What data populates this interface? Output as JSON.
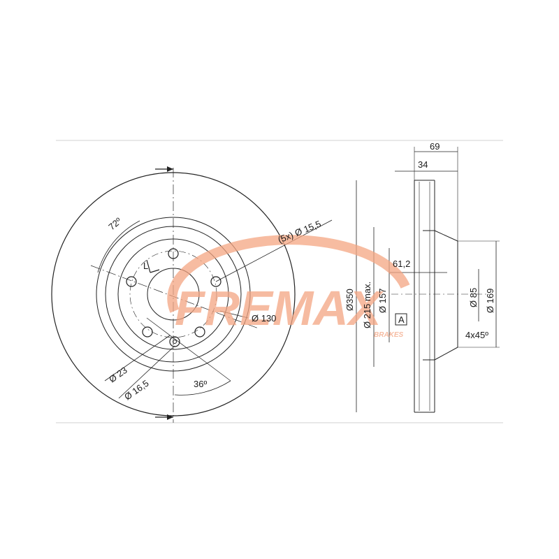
{
  "brand": {
    "name": "FREMAX",
    "subtitle": "BRAKES",
    "color": "#f4a582"
  },
  "front_view": {
    "angle_bolt": "72º",
    "bolt_holes": "(5x) Ø 15,5",
    "pcd": "Ø 130",
    "pilot": "Ø 23",
    "aux_hole": "Ø 16,5",
    "angle_aux": "36º",
    "marker": "L"
  },
  "side_view": {
    "total_height": "69",
    "disc_thickness": "34",
    "outer_diameter": "Ø350",
    "inner_max": "Ø 215 max.",
    "hat_diameter": "Ø 157",
    "hat_depth": "61,2",
    "bore": "Ø 85",
    "hat_outer": "Ø 169",
    "chamfer": "4x45º",
    "datum": "A"
  }
}
